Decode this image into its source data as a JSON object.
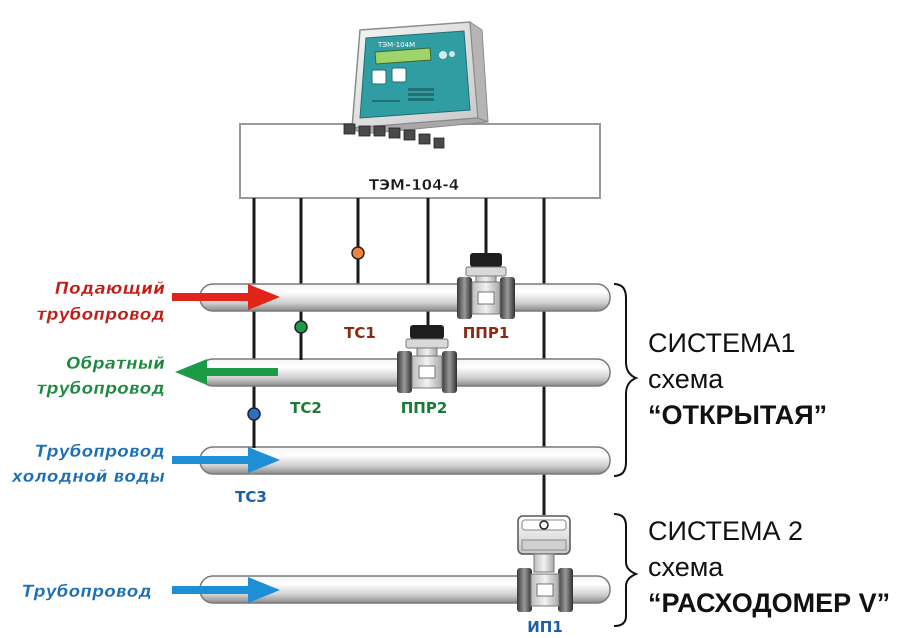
{
  "device_title": "ТЭМ-104-4",
  "device_screen_text": "ТЭМ-104М",
  "pipes": {
    "supply_line1": "Подающий",
    "supply_line2": "трубопровод",
    "return_line1": "Обратный",
    "return_line2": "трубопровод",
    "cold_line1": "Трубопровод",
    "cold_line2": "холодной воды",
    "bottom": "Трубопровод"
  },
  "sensors": {
    "tc1": "ТС1",
    "tc2": "ТС2",
    "tc3": "ТС3",
    "ppr1": "ППР1",
    "ppr2": "ППР2",
    "ip1": "ИП1"
  },
  "system1": {
    "line1": "СИСТЕМА1",
    "line2": "схема",
    "line3": "“ОТКРЫТАЯ”"
  },
  "system2": {
    "line1": "СИСТЕМА 2",
    "line2": "схема",
    "line3": "“РАСХОДОМЕР V”"
  },
  "colors": {
    "supply": "#e2231a",
    "return": "#1d9a46",
    "cold": "#1e8fd5",
    "label_supply": "#c21d14",
    "label_return": "#1a8a3e",
    "label_cold": "#1a6fb5",
    "sensor_tc1": "#f0823c",
    "sensor_tc2": "#1d9a46",
    "sensor_tc3": "#2a6fc0"
  }
}
